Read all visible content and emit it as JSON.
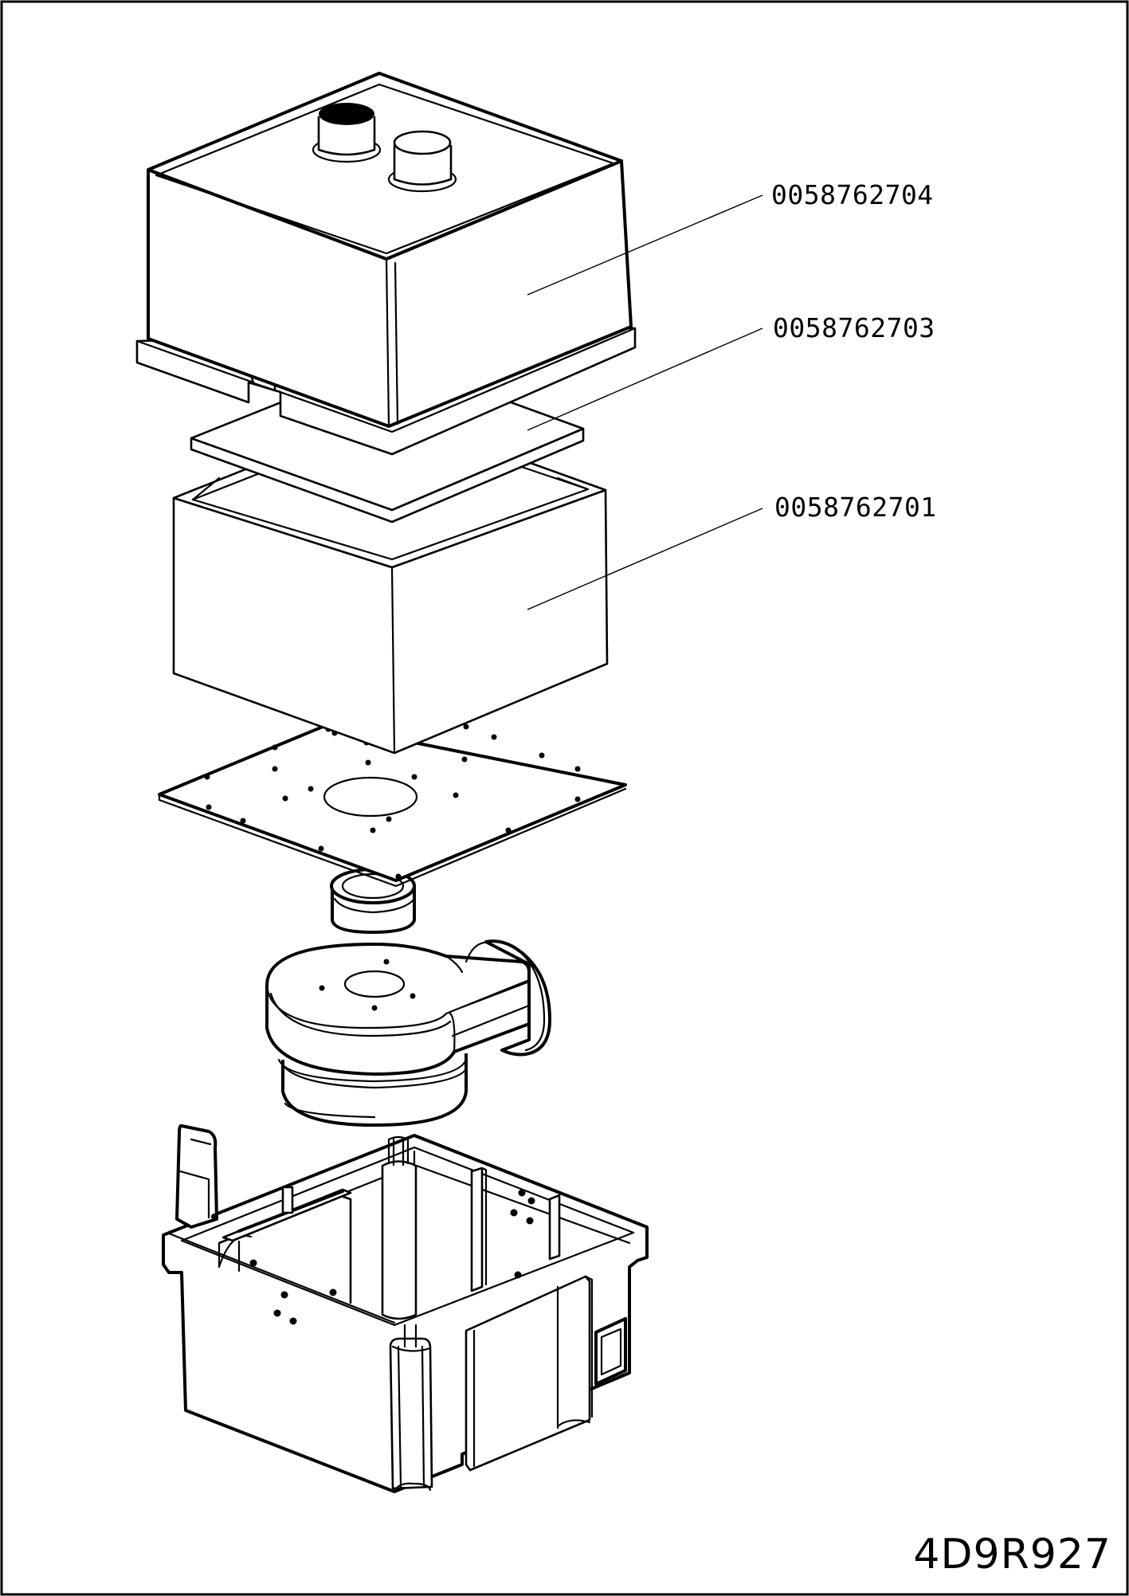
{
  "callouts": [
    {
      "part_number": "0058762704"
    },
    {
      "part_number": "0058762703"
    },
    {
      "part_number": "0058762701"
    }
  ],
  "drawing_number": "4D9R927",
  "colors": {
    "line": "#000000",
    "background": "#ffffff"
  }
}
